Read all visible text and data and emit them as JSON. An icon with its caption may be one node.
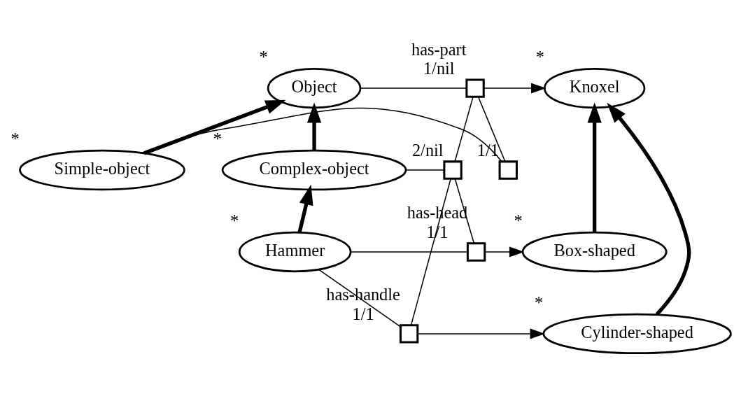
{
  "diagram": {
    "nodes": [
      {
        "text": [
          "Object"
        ],
        "beside": [
          "*"
        ]
      },
      {
        "text": [],
        "shape": "box",
        "beside": [
          "has-part",
          "1/nil"
        ]
      },
      {
        "text": [
          "Knoxel"
        ],
        "beside": [
          "*"
        ]
      },
      {
        "text": [
          "Complex-object"
        ],
        "beside": [
          "*"
        ]
      },
      {
        "text": [],
        "shape": "box",
        "beside": [
          "2/nil"
        ]
      },
      {
        "text": [
          "Simple-object"
        ],
        "beside": [
          "*"
        ]
      },
      {
        "text": [],
        "shape": "box",
        "beside": [
          "1/1"
        ]
      },
      {
        "text": [
          "Hammer"
        ],
        "beside": [
          "*"
        ]
      },
      {
        "text": [],
        "shape": "box",
        "beside": [
          "has-head",
          "1/1"
        ]
      },
      {
        "text": [
          "Box-shaped"
        ],
        "beside": [
          "*"
        ]
      },
      {
        "text": [
          "Cylinder-shaped"
        ],
        "beside": [
          "*"
        ]
      },
      {
        "text": [],
        "shape": "box",
        "beside": [
          "has-handle",
          "1/1"
        ]
      }
    ],
    "edges": [
      {
        "from": 0,
        "to": 1,
        "arrow": "none"
      },
      {
        "from": 1,
        "to": 2,
        "arrow": "to"
      },
      {
        "from": 3,
        "to": 0,
        "arrow": "to",
        "style": "thick"
      },
      {
        "from": 5,
        "to": 0,
        "arrow": "to",
        "style": "thick"
      },
      {
        "from": 3,
        "to": 4,
        "arrow": "none"
      },
      {
        "from": 1,
        "to": 4,
        "arrow": "none"
      },
      {
        "from": 1,
        "to": 6,
        "arrow": "none"
      },
      {
        "from": 5,
        "to": 6,
        "arrow": "none"
      },
      {
        "from": 7,
        "to": 3,
        "arrow": "to",
        "style": "thick"
      },
      {
        "from": 4,
        "to": 8,
        "arrow": "none"
      },
      {
        "from": 4,
        "to": 11,
        "arrow": "none"
      },
      {
        "from": 7,
        "to": 8,
        "arrow": "none"
      },
      {
        "from": 8,
        "to": 9,
        "arrow": "to"
      },
      {
        "from": 9,
        "to": 2,
        "arrow": "to",
        "style": "thick"
      },
      {
        "from": 10,
        "to": 2,
        "arrow": "to",
        "style": "thick"
      },
      {
        "from": 7,
        "to": 11,
        "arrow": "none"
      },
      {
        "from": 11,
        "to": 10,
        "arrow": "to"
      }
    ]
  }
}
